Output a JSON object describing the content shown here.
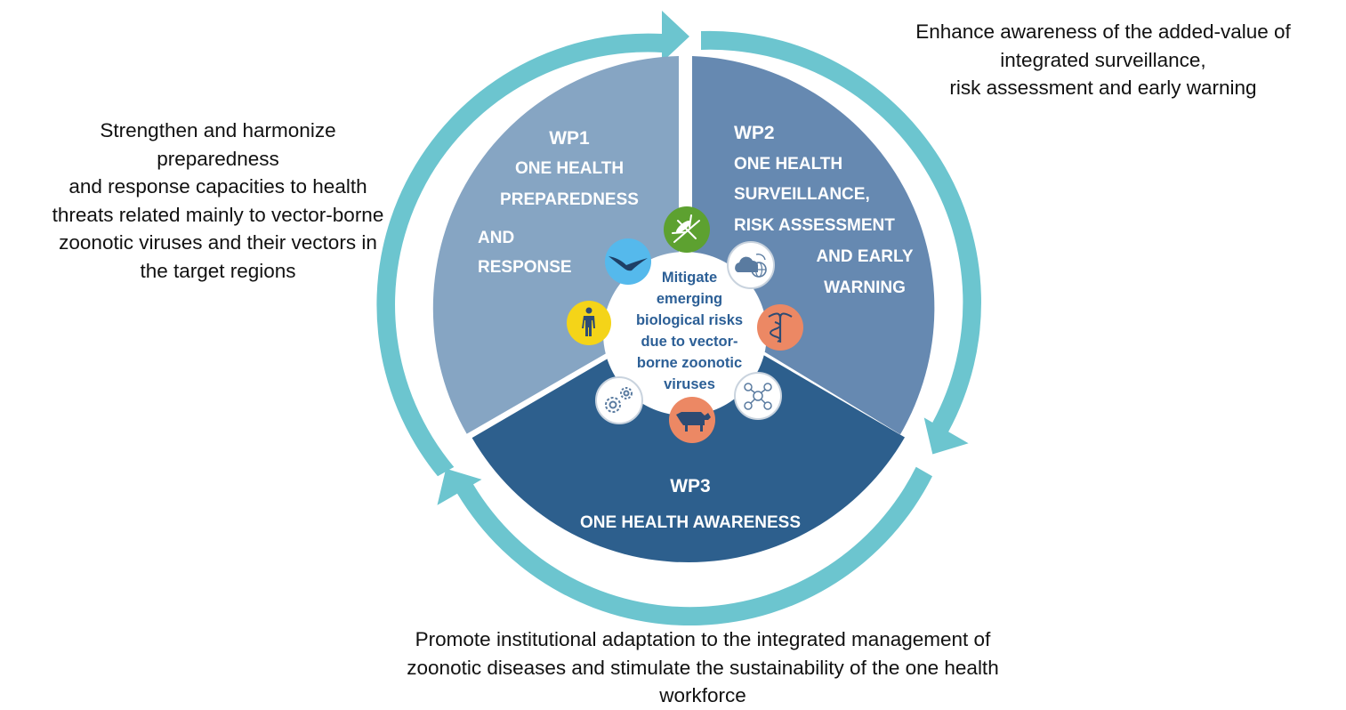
{
  "colors": {
    "ring": "#6cc5cf",
    "wp1_sector": "#86a5c3",
    "wp2_sector": "#6689b1",
    "wp3_sector": "#2d5f8d",
    "center_text": "#2c5f96",
    "icon_green": "#5da130",
    "icon_sky": "#55b9ec",
    "icon_yellow": "#f4d418",
    "icon_salmon": "#ec8864",
    "icon_white": "#ffffff"
  },
  "wp1": {
    "title": "WP1",
    "name_lines": [
      "ONE HEALTH",
      "PREPAREDNESS",
      "AND",
      "RESPONSE"
    ],
    "description_lines": [
      "Strengthen and harmonize",
      "preparedness",
      "and response capacities to health",
      "threats related mainly to vector-borne",
      "zoonotic viruses and their vectors in",
      "the target regions"
    ]
  },
  "wp2": {
    "title": "WP2",
    "name_lines": [
      "ONE HEALTH",
      "SURVEILLANCE,",
      "RISK ASSESSMENT",
      "AND EARLY",
      "WARNING"
    ],
    "description_lines": [
      "Enhance awareness of the added-value of",
      "integrated surveillance,",
      "risk assessment and early warning"
    ]
  },
  "wp3": {
    "title": "WP3",
    "name_lines": [
      "ONE HEALTH AWARENESS"
    ],
    "description_lines": [
      "Promote institutional adaptation to the integrated management of",
      "zoonotic diseases and stimulate the sustainability of the one health",
      "workforce"
    ]
  },
  "center": {
    "lines": [
      "Mitigate",
      "emerging",
      "biological risks",
      "due to vector-",
      "borne zoonotic",
      "viruses"
    ]
  },
  "icons": [
    {
      "name": "mosquito-icon",
      "color": "#5da130"
    },
    {
      "name": "cloud-globe-icon",
      "color": "#ffffff"
    },
    {
      "name": "caduceus-icon",
      "color": "#ec8864"
    },
    {
      "name": "network-people-icon",
      "color": "#ffffff"
    },
    {
      "name": "cow-icon",
      "color": "#ec8864"
    },
    {
      "name": "gears-icon",
      "color": "#ffffff"
    },
    {
      "name": "human-figure-icon",
      "color": "#f4d418"
    },
    {
      "name": "bird-icon",
      "color": "#55b9ec"
    }
  ]
}
